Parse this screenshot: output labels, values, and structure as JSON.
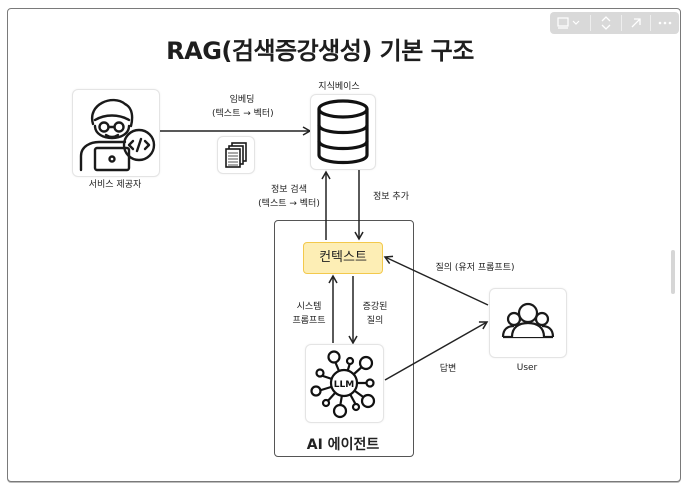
{
  "toolbar": {
    "buttons": [
      {
        "name": "layout-toggle",
        "icon": "frame-icon"
      },
      {
        "name": "expand-collapse",
        "icon": "chevron-updown-icon"
      },
      {
        "name": "open-external",
        "icon": "arrow-up-right-icon"
      },
      {
        "name": "more-options",
        "icon": "ellipsis-icon"
      }
    ]
  },
  "diagram": {
    "title": "RAG(검색증강생성) 기본 구조",
    "nodes": {
      "provider": {
        "label": "서비스 제공자",
        "icon": "developer-icon"
      },
      "documents": {
        "icon": "documents-icon"
      },
      "knowledge_base": {
        "label": "지식베이스",
        "icon": "database-icon"
      },
      "context": {
        "label": "컨텍스트",
        "fill": "#fdeeb5",
        "border": "#f3c94c"
      },
      "llm": {
        "label": "LLM",
        "icon": "llm-network-icon"
      },
      "user": {
        "label": "User",
        "icon": "users-icon"
      },
      "agent_group": {
        "label": "AI 에이전트"
      }
    },
    "edges": {
      "embedding": {
        "line1": "임베딩",
        "line2": "(텍스트 → 벡터)"
      },
      "retrieve": {
        "line1": "정보 검색",
        "line2": "(텍스트 → 벡터)"
      },
      "add_info": {
        "line1": "정보 추가"
      },
      "system_prompt": {
        "line1": "시스템",
        "line2": "프롬프트"
      },
      "augmented_query": {
        "line1": "증강된",
        "line2": "질의"
      },
      "user_query": {
        "line1": "질의 (유저 프롬프트)"
      },
      "answer": {
        "line1": "답변"
      }
    }
  }
}
